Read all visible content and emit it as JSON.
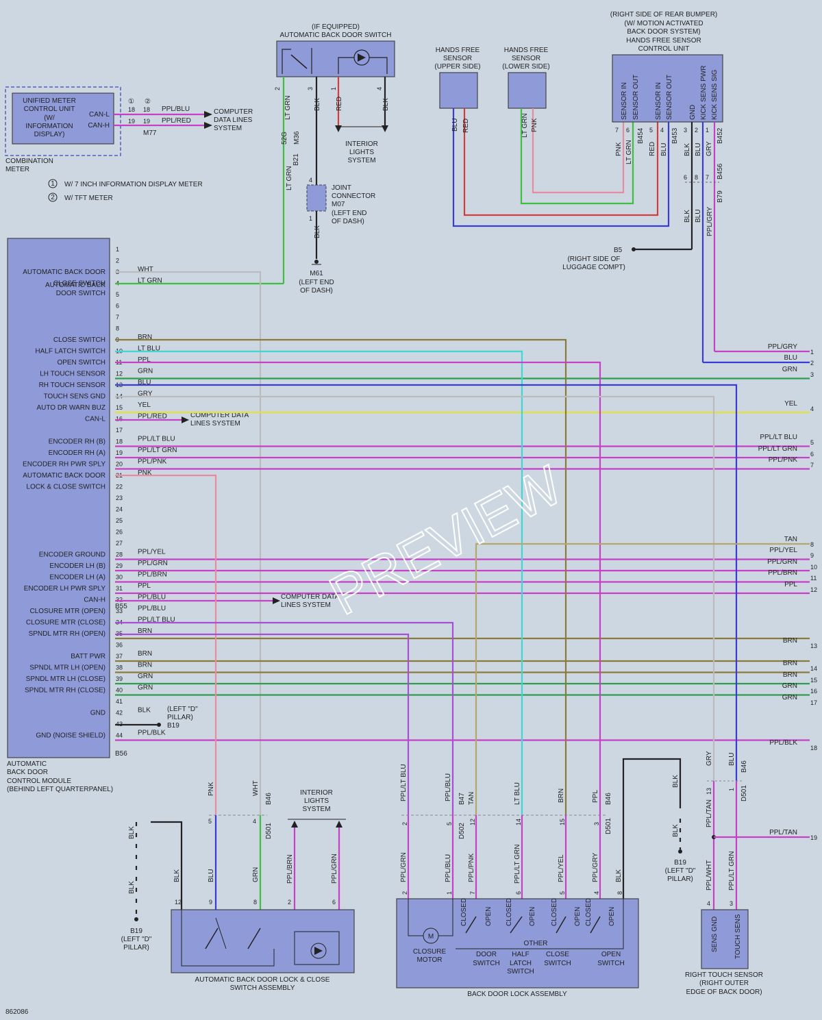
{
  "diagram_id": "862086",
  "watermark": "PREVIEW",
  "combination_meter": {
    "unit_label": [
      "UNIFIED METER",
      "CONTROL UNIT",
      "(W/",
      "INFORMATION",
      "DISPLAY)"
    ],
    "outer_label": [
      "COMBINATION",
      "METER"
    ],
    "can_l": "CAN-L",
    "can_h": "CAN-H",
    "note1_num": "①",
    "note2_num": "②",
    "pins1": [
      "18",
      "19"
    ],
    "pins2": [
      "18",
      "19"
    ],
    "wire_canl": "PPL/BLU",
    "wire_canh": "PPL/RED",
    "connector": "M77",
    "dest": [
      "COMPUTER",
      "DATA LINES",
      "SYSTEM"
    ],
    "note1": "W/ 7 INCH INFORMATION DISPLAY METER",
    "note2": "W/ TFT METER"
  },
  "back_door_switch": {
    "title": [
      "(IF EQUIPPED)",
      "AUTOMATIC BACK DOOR SWITCH"
    ],
    "pins": [
      "2",
      "3",
      "1",
      "4"
    ],
    "wires": [
      "LT GRN",
      "BLK",
      "RED",
      "BLK"
    ],
    "connector_labels": [
      "52G",
      "M36",
      "B21"
    ],
    "wire_below": "LT GRN",
    "interior": [
      "INTERIOR",
      "LIGHTS",
      "SYSTEM"
    ]
  },
  "joint_connector": {
    "label": [
      "JOINT",
      "CONNECTOR",
      "M07",
      "(LEFT END",
      "OF DASH)"
    ],
    "pins": [
      "4",
      "1"
    ],
    "wire": "BLK",
    "ground": [
      "M61",
      "(LEFT END",
      "OF DASH)"
    ]
  },
  "hands_free_upper": {
    "label": [
      "HANDS FREE",
      "SENSOR",
      "(UPPER SIDE)"
    ],
    "wires": [
      "BLU",
      "RED"
    ]
  },
  "hands_free_lower": {
    "label": [
      "HANDS FREE",
      "SENSOR",
      "(LOWER SIDE)"
    ],
    "wires": [
      "LT GRN",
      "PNK"
    ]
  },
  "hf_control_unit": {
    "title": [
      "(RIGHT SIDE OF REAR BUMPER)",
      "(W/ MOTION ACTIVATED",
      "BACK DOOR SYSTEM)",
      "HANDS FREE SENSOR",
      "CONTROL UNIT"
    ],
    "terminals": [
      "SENSOR IN",
      "SENSOR OUT",
      "SENSOR IN",
      "SENSOR OUT",
      "GND",
      "KICK SENS PWR",
      "KICK SENS SIG"
    ],
    "pins": [
      "7",
      "6",
      "5",
      "4",
      "3",
      "2",
      "1"
    ],
    "wires": [
      "PNK",
      "LT GRN",
      "RED",
      "BLU",
      "BLK",
      "BLU",
      "GRY"
    ],
    "connectors": [
      "B454",
      "B453",
      "B452",
      "B456",
      "B79"
    ],
    "lower_pins": [
      "6",
      "8",
      "7"
    ],
    "lower_wires": [
      "BLK",
      "BLU",
      "PPL/GRY"
    ],
    "ground": "B5",
    "ground_label": [
      "(RIGHT SIDE OF",
      "LUGGAGE COMPT)"
    ]
  },
  "module": {
    "label": [
      "AUTOMATIC",
      "BACK DOOR",
      "CONTROL MODULE",
      "(BEHIND LEFT QUARTERPANEL)"
    ],
    "connector_a": "B55",
    "connector_b": "B56",
    "pins": [
      {
        "n": "1",
        "label": "",
        "wire": ""
      },
      {
        "n": "2",
        "label": "",
        "wire": ""
      },
      {
        "n": "3",
        "label": "AUTOMATIC BACK DOOR",
        "wire": "WHT"
      },
      {
        "n": "4",
        "label": "CLOSE SWITCH",
        "wire": "LT GRN"
      },
      {
        "n": "5",
        "label": "",
        "wire": ""
      },
      {
        "n": "6",
        "label": "",
        "wire": ""
      },
      {
        "n": "7",
        "label": "",
        "wire": ""
      },
      {
        "n": "8",
        "label": "",
        "wire": ""
      },
      {
        "n": "9",
        "label": "CLOSE SWITCH",
        "wire": "BRN"
      },
      {
        "n": "10",
        "label": "HALF LATCH SWITCH",
        "wire": "LT BLU"
      },
      {
        "n": "11",
        "label": "OPEN SWITCH",
        "wire": "PPL"
      },
      {
        "n": "12",
        "label": "LH TOUCH SENSOR",
        "wire": "GRN"
      },
      {
        "n": "13",
        "label": "RH TOUCH SENSOR",
        "wire": "BLU"
      },
      {
        "n": "14",
        "label": "TOUCH SENS GND",
        "wire": "GRY"
      },
      {
        "n": "15",
        "label": "AUTO DR WARN BUZ",
        "wire": "YEL"
      },
      {
        "n": "16",
        "label": "CAN-L",
        "wire": "PPL/RED"
      },
      {
        "n": "17",
        "label": "",
        "wire": ""
      },
      {
        "n": "18",
        "label": "ENCODER RH (B)",
        "wire": "PPL/LT BLU"
      },
      {
        "n": "19",
        "label": "ENCODER RH (A)",
        "wire": "PPL/LT GRN"
      },
      {
        "n": "20",
        "label": "ENCODER RH PWR SPLY",
        "wire": "PPL/PNK"
      },
      {
        "n": "21",
        "label": "AUTOMATIC BACK DOOR",
        "wire": "PNK"
      },
      {
        "n": "22",
        "label": "LOCK & CLOSE SWITCH",
        "wire": ""
      },
      {
        "n": "23",
        "label": "",
        "wire": ""
      },
      {
        "n": "24",
        "label": "",
        "wire": ""
      },
      {
        "n": "25",
        "label": "",
        "wire": ""
      },
      {
        "n": "26",
        "label": "",
        "wire": ""
      },
      {
        "n": "27",
        "label": "",
        "wire": ""
      },
      {
        "n": "28",
        "label": "ENCODER GROUND",
        "wire": "PPL/YEL"
      },
      {
        "n": "29",
        "label": "ENCODER LH (B)",
        "wire": "PPL/GRN"
      },
      {
        "n": "30",
        "label": "ENCODER LH (A)",
        "wire": "PPL/BRN"
      },
      {
        "n": "31",
        "label": "ENCODER LH PWR SPLY",
        "wire": "PPL"
      },
      {
        "n": "32",
        "label": "CAN-H",
        "wire": "PPL/BLU"
      },
      {
        "n": "33",
        "label": "CLOSURE MTR (OPEN)",
        "wire": "PPL/BLU"
      },
      {
        "n": "34",
        "label": "CLOSURE MTR (CLOSE)",
        "wire": "PPL/LT BLU"
      },
      {
        "n": "35",
        "label": "SPNDL MTR RH (OPEN)",
        "wire": "BRN"
      },
      {
        "n": "36",
        "label": "",
        "wire": ""
      },
      {
        "n": "37",
        "label": "BATT PWR",
        "wire": "BRN"
      },
      {
        "n": "38",
        "label": "SPNDL MTR LH (OPEN)",
        "wire": "BRN"
      },
      {
        "n": "39",
        "label": "SPNDL MTR LH (CLOSE)",
        "wire": "GRN"
      },
      {
        "n": "40",
        "label": "SPNDL MTR RH (CLOSE)",
        "wire": "GRN"
      },
      {
        "n": "41",
        "label": "",
        "wire": ""
      },
      {
        "n": "42",
        "label": "GND",
        "wire": "BLK"
      },
      {
        "n": "43",
        "label": "",
        "wire": ""
      },
      {
        "n": "44",
        "label": "GND (NOISE SHIELD)",
        "wire": "PPL/BLK"
      }
    ],
    "label_4b": "AUTOMATIC BACK",
    "label_4c": "DOOR SWITCH",
    "can_dest": [
      "COMPUTER DATA",
      "LINES SYSTEM"
    ],
    "gnd_label": [
      "(LEFT \"D\"",
      "PILLAR)"
    ],
    "gnd_conn": "B19"
  },
  "right_edge": [
    {
      "n": "1",
      "wire": "PPL/GRY"
    },
    {
      "n": "2",
      "wire": "BLU"
    },
    {
      "n": "3",
      "wire": "GRN"
    },
    {
      "n": "4",
      "wire": "YEL"
    },
    {
      "n": "5",
      "wire": "PPL/LT BLU"
    },
    {
      "n": "6",
      "wire": "PPL/LT GRN"
    },
    {
      "n": "7",
      "wire": "PPL/PNK"
    },
    {
      "n": "8",
      "wire": "TAN"
    },
    {
      "n": "9",
      "wire": "PPL/YEL"
    },
    {
      "n": "10",
      "wire": "PPL/GRN"
    },
    {
      "n": "11",
      "wire": "PPL/BRN"
    },
    {
      "n": "12",
      "wire": "PPL"
    },
    {
      "n": "13",
      "wire": "BRN"
    },
    {
      "n": "14",
      "wire": "BRN"
    },
    {
      "n": "15",
      "wire": "BRN"
    },
    {
      "n": "16",
      "wire": "GRN"
    },
    {
      "n": "17",
      "wire": "GRN"
    },
    {
      "n": "18",
      "wire": "PPL/BLK"
    },
    {
      "n": "19",
      "wire": "PPL/TAN"
    }
  ],
  "lock_close_assembly": {
    "label": [
      "AUTOMATIC BACK DOOR LOCK & CLOSE",
      "SWITCH ASSEMBLY"
    ],
    "upper_wires": [
      "PNK",
      "WHT"
    ],
    "upper_pins": [
      "5",
      "4"
    ],
    "connectors": [
      "B46",
      "D501"
    ],
    "lower_wires": [
      "BLK",
      "BLU",
      "GRN",
      "PPL/BRN",
      "PPL/GRN"
    ],
    "lower_pins": [
      "12",
      "9",
      "8",
      "2",
      "6"
    ],
    "interior": [
      "INTERIOR",
      "LIGHTS",
      "SYSTEM"
    ],
    "gnd_wire": "BLK",
    "gnd_label": [
      "B19",
      "(LEFT \"D\"",
      "PILLAR)"
    ]
  },
  "lock_assembly": {
    "label": "BACK DOOR LOCK ASSEMBLY",
    "upper_wires": [
      "PPL/LT BLU",
      "PPL/BLU",
      "TAN",
      "LT BLU",
      "BRN",
      "PPL"
    ],
    "upper_pins": [
      "2",
      "5",
      "12",
      "14",
      "15",
      "3"
    ],
    "connectors": [
      "B47",
      "D502",
      "B46",
      "D501"
    ],
    "lower_wires": [
      "PPL/GRN",
      "PPL/BLU",
      "PPL/PNK",
      "PPL/LT GRN",
      "PPL/YEL",
      "PPL/GRY",
      "BLK"
    ],
    "lower_pins": [
      "2",
      "1",
      "7",
      "6",
      "5",
      "4",
      "8"
    ],
    "motor": [
      "CLOSURE",
      "MOTOR"
    ],
    "motor_symbol": "M",
    "sw_closed": "CLOSED",
    "sw_open": "OPEN",
    "other": "OTHER",
    "switches": [
      [
        "DOOR",
        "SWITCH"
      ],
      [
        "HALF",
        "LATCH",
        "SWITCH"
      ],
      [
        "CLOSE",
        "SWITCH"
      ],
      [
        "OPEN",
        "SWITCH"
      ]
    ]
  },
  "blk_ground_mid": {
    "wire": "BLK",
    "label": [
      "B19",
      "(LEFT \"D\"",
      "PILLAR)"
    ]
  },
  "touch_sensor": {
    "label": [
      "RIGHT TOUCH SENSOR",
      "(RIGHT OUTER",
      "EDGE OF BACK DOOR)"
    ],
    "upper_wires": [
      "GRY",
      "BLU"
    ],
    "connectors": [
      "B46",
      "D501"
    ],
    "upper_pins": [
      "13",
      "1"
    ],
    "mid_wire": "PPL/TAN",
    "lower_wires": [
      "PPL/WHT",
      "PPL/LT GRN"
    ],
    "lower_pins": [
      "4",
      "3"
    ],
    "terminals": [
      "SENS GND",
      "TOUCH SENS"
    ]
  }
}
